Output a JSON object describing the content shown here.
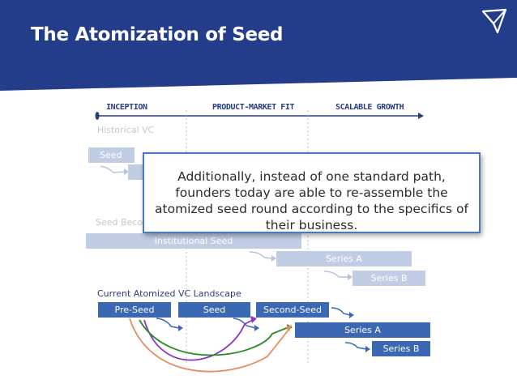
{
  "title": "The Atomization of Seed",
  "stages": [
    "INCEPTION",
    "PRODUCT-MARKET FIT",
    "SCALABLE GROWTH"
  ],
  "historical": {
    "label": "Historical VC",
    "bar": "Seed"
  },
  "seed_becomes": {
    "label": "Seed Beco",
    "bars": [
      "Institutional Seed",
      "Series A",
      "Series B"
    ]
  },
  "current": {
    "label": "Current Atomized VC Landscape",
    "bars": [
      "Pre-Seed",
      "Seed",
      "Second-Seed",
      "Series A",
      "Series B"
    ]
  },
  "callout": "Additionally, instead of one standard path, founders today are able to re-assemble the atomized seed round according to the specifics of their business.",
  "colors": {
    "header": "#233d8a",
    "accent": "#3b68b3",
    "purple": "#8a36c4",
    "green": "#2a8a25",
    "orange": "#e68a5c"
  },
  "icons": {
    "logo": "paper-plane-icon"
  }
}
